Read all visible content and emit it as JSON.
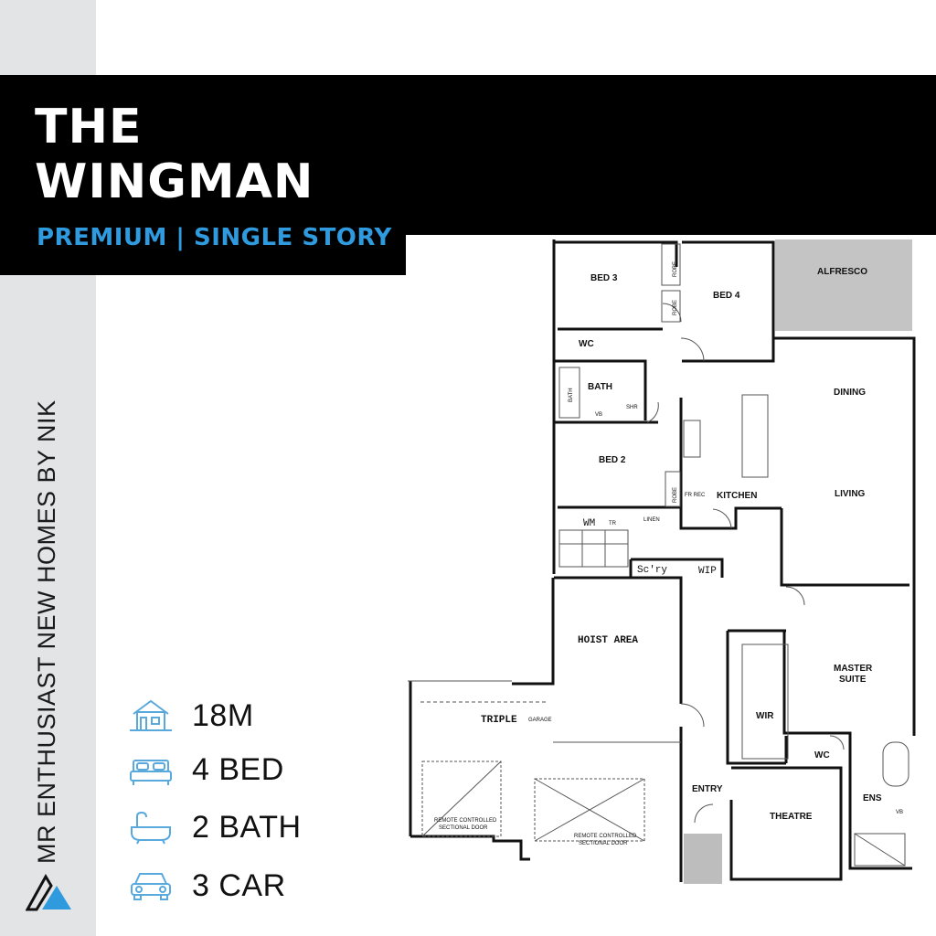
{
  "title": {
    "line1": "THE",
    "line2": "WINGMAN"
  },
  "subtitle": "PREMIUM | SINGLE STORY",
  "sidebar": {
    "vertical_text": "MR ENTHUSIAST NEW HOMES BY NIK",
    "logo_icon": "mountain-logo-icon"
  },
  "stats": [
    {
      "icon": "house-icon",
      "label": "18M"
    },
    {
      "icon": "bed-icon",
      "label": "4 BED"
    },
    {
      "icon": "bathtub-icon",
      "label": "2 BATH"
    },
    {
      "icon": "car-icon",
      "label": "3 CAR"
    }
  ],
  "floorplan": {
    "rooms": {
      "bed3": "BED 3",
      "bed4": "BED 4",
      "alfresco": "ALFRESCO",
      "robe": "ROBE",
      "wc": "WC",
      "bath": "BATH",
      "bath_tub": "BATH",
      "shr": "SHR",
      "vb": "VB",
      "dining": "DINING",
      "bed2": "BED 2",
      "fr_rec": "FR REC",
      "kitchen": "KITCHEN",
      "living": "LIVING",
      "wm": "WM",
      "tr": "TR",
      "linen": "LINEN",
      "scry": "Sc'ry",
      "wip": "WIP",
      "hoist_area": "HOIST AREA",
      "master_suite_1": "MASTER",
      "master_suite_2": "SUITE",
      "wir": "WIR",
      "triple": "TRIPLE",
      "garage": "GARAGE",
      "entry": "ENTRY",
      "theatre": "THEATRE",
      "ens": "ENS",
      "door_note_1": "REMOTE CONTROLLED",
      "door_note_2": "SECTIONAL DOOR"
    }
  },
  "colors": {
    "accent": "#2f9bde",
    "band": "#000000",
    "sidebar": "#e3e4e6",
    "alfresco": "#c4c4c4",
    "icon": "#5aa9dd"
  }
}
